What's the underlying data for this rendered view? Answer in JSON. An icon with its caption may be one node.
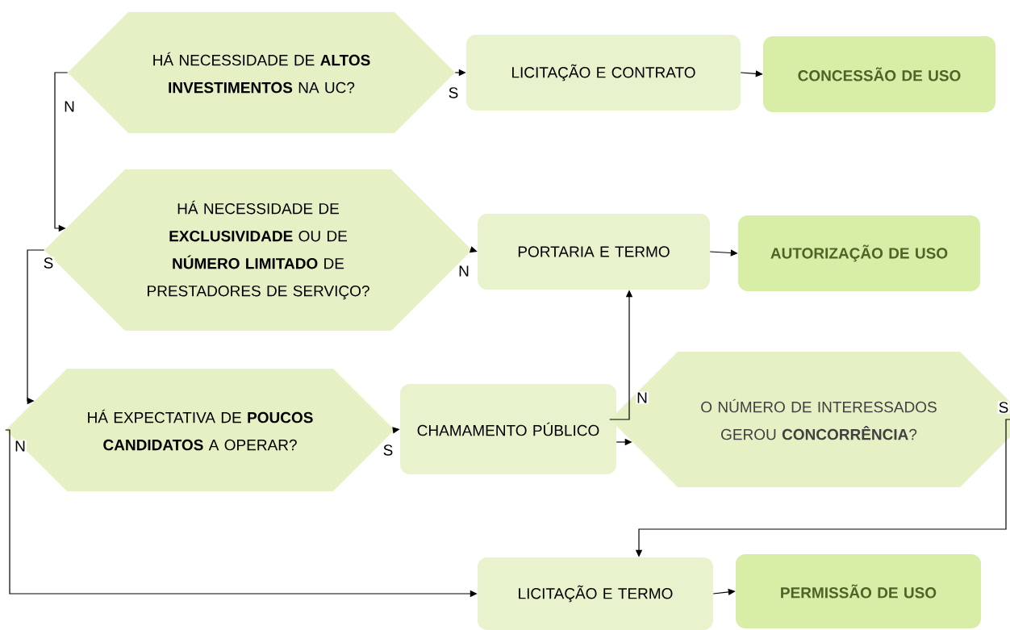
{
  "diagram": {
    "nodes": [
      {
        "text": [
          "HÁ NECESSIDADE DE **ALTOS INVESTIMENTOS** NA UC?"
        ]
      },
      {
        "text": [
          "LICITAÇÃO E CONTRATO"
        ]
      },
      {
        "text": [
          "CONCESSÃO DE USO"
        ]
      },
      {
        "text": [
          "HÁ NECESSIDADE DE **EXCLUSIVIDADE** OU DE **NÚMERO LIMITADO** DE PRESTADORES DE SERVIÇO?"
        ]
      },
      {
        "text": [
          "PORTARIA E TERMO"
        ]
      },
      {
        "text": [
          "AUTORIZAÇÃO DE USO"
        ]
      },
      {
        "text": [
          "HÁ EXPECTATIVA DE **POUCOS CANDIDATOS** A OPERAR?"
        ]
      },
      {
        "text": [
          "CHAMAMENTO PÚBLICO"
        ]
      },
      {
        "text": [
          "O NÚMERO DE INTERESSADOS GEROU **CONCORRÊNCIA**?"
        ]
      },
      {
        "text": [
          "LICITAÇÃO E TERMO"
        ]
      },
      {
        "text": [
          "PERMISSÃO DE USO"
        ]
      }
    ],
    "edges": [
      {
        "from": 0,
        "to": 1,
        "arrow": "to",
        "label": "S"
      },
      {
        "from": 1,
        "to": 2,
        "arrow": "to"
      },
      {
        "from": 0,
        "to": 3,
        "arrow": "to",
        "label": "N"
      },
      {
        "from": 3,
        "to": 4,
        "arrow": "to",
        "label": "N"
      },
      {
        "from": 3,
        "to": 6,
        "arrow": "to",
        "label": "S"
      },
      {
        "from": 4,
        "to": 5,
        "arrow": "to"
      },
      {
        "from": 6,
        "to": 7,
        "arrow": "to",
        "label": "S"
      },
      {
        "from": 6,
        "to": 9,
        "arrow": "to",
        "label": "N"
      },
      {
        "from": 7,
        "to": 8,
        "arrow": "to"
      },
      {
        "from": 8,
        "to": 4,
        "arrow": "to",
        "label": "N"
      },
      {
        "from": 8,
        "to": 9,
        "arrow": "to",
        "label": "S"
      },
      {
        "from": 9,
        "to": 10,
        "arrow": "to"
      }
    ]
  }
}
